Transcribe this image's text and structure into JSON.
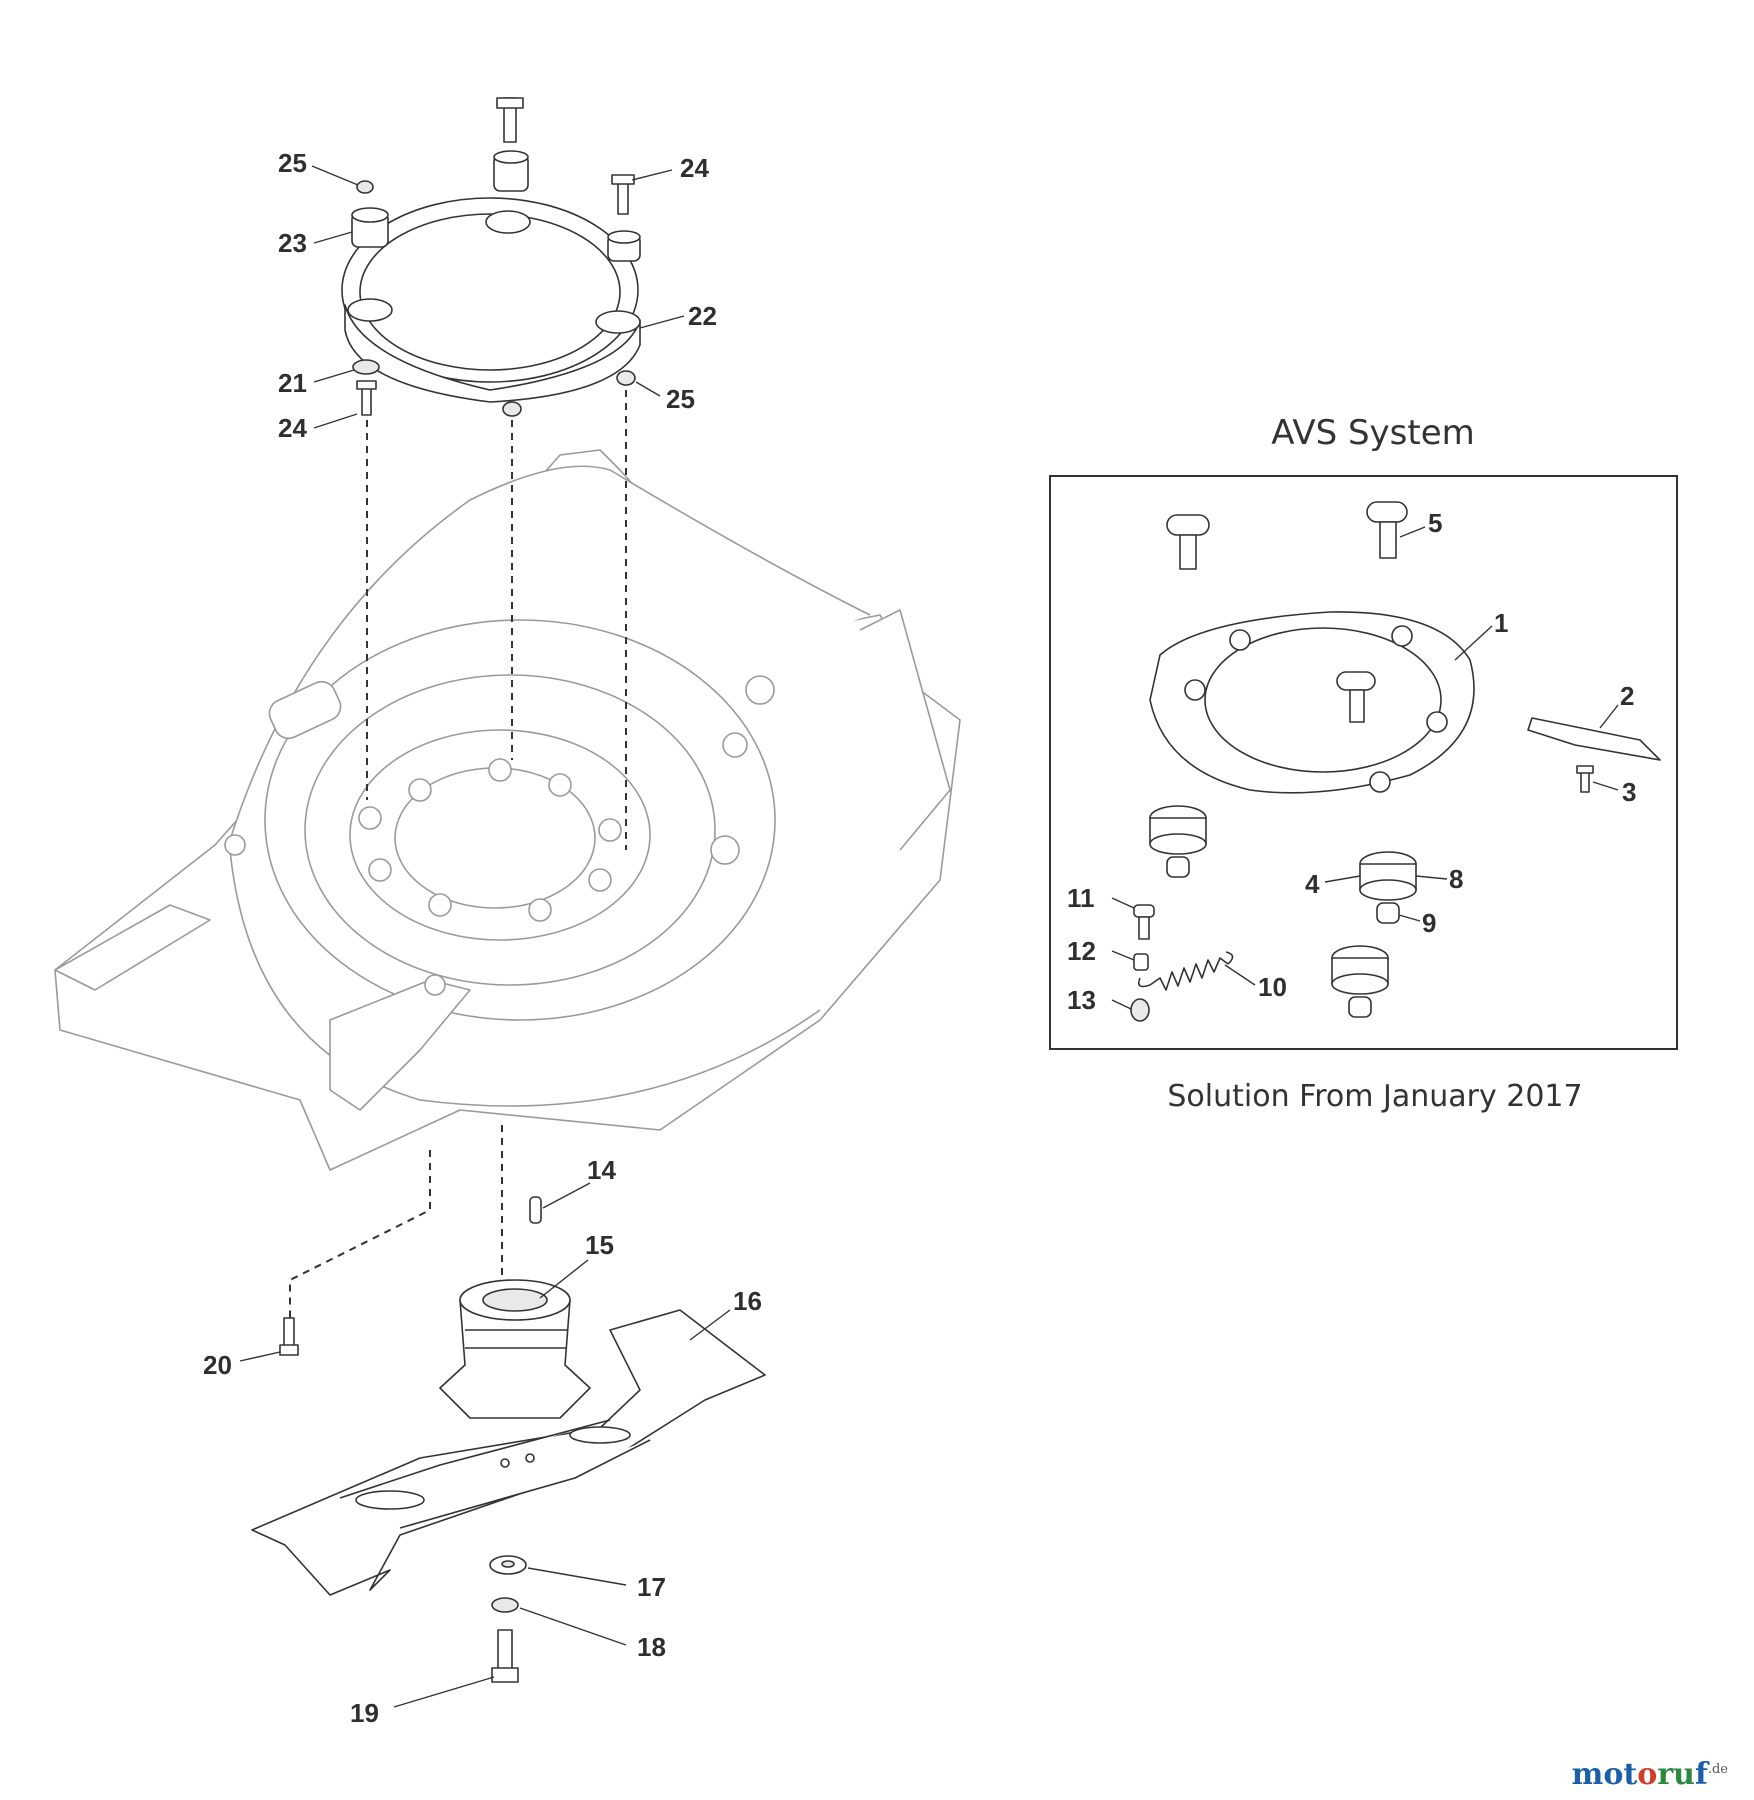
{
  "figure": {
    "inset_title": "AVS System",
    "inset_caption": "Solution From January 2017"
  },
  "callouts": {
    "c1": "1",
    "c2": "2",
    "c3": "3",
    "c4": "4",
    "c5": "5",
    "c8": "8",
    "c9": "9",
    "c10": "10",
    "c11": "11",
    "c12": "12",
    "c13": "13",
    "c14": "14",
    "c15": "15",
    "c16": "16",
    "c17": "17",
    "c18": "18",
    "c19": "19",
    "c20": "20",
    "c21": "21",
    "c22": "22",
    "c23": "23",
    "c24a": "24",
    "c24b": "24",
    "c25a": "25",
    "c25b": "25"
  },
  "watermark": {
    "p1": "mot",
    "p2": "o",
    "p3": "ru",
    "p4": "f",
    "suffix": ".de"
  }
}
